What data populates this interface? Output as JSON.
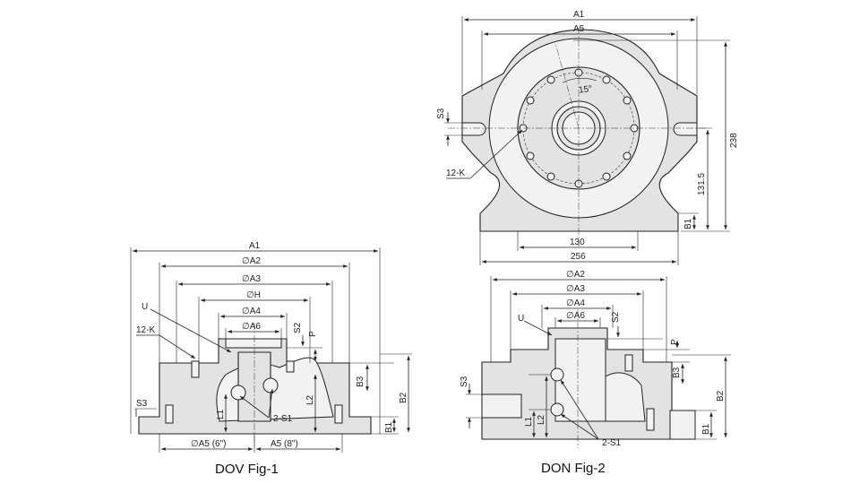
{
  "top_view": {
    "dims": {
      "A1": "A1",
      "A5": "A5",
      "S3": "S3",
      "K": "12-K",
      "angle": "15°",
      "d238": "238",
      "d131": "131.5",
      "B1": "B1",
      "d130": "130",
      "d256": "256"
    }
  },
  "fig1": {
    "caption": "DOV  Fig-1",
    "dims": {
      "A1": "A1",
      "A2": "∅A2",
      "A3": "∅A3",
      "H": "∅H",
      "A4": "∅A4",
      "A6": "∅A6",
      "U": "U",
      "K": "12-K",
      "S2": "S2",
      "P": "P",
      "B3": "B3",
      "B2": "B2",
      "B1": "B1",
      "L1": "L1",
      "L2": "L2",
      "S1": "2-S1",
      "S3": "S3",
      "A5_6": "∅A5 (6\")",
      "A5_8": "A5 (8\")"
    }
  },
  "fig2": {
    "caption": "DON  Fig-2",
    "dims": {
      "A2": "∅A2",
      "A3": "∅A3",
      "A4": "∅A4",
      "A6": "∅A6",
      "U": "U",
      "S2": "S2",
      "P": "P",
      "B3": "B3",
      "B2": "B2",
      "B1": "B1",
      "S3": "S3",
      "L1": "L1",
      "L2": "L2",
      "S1": "2-S1"
    }
  }
}
